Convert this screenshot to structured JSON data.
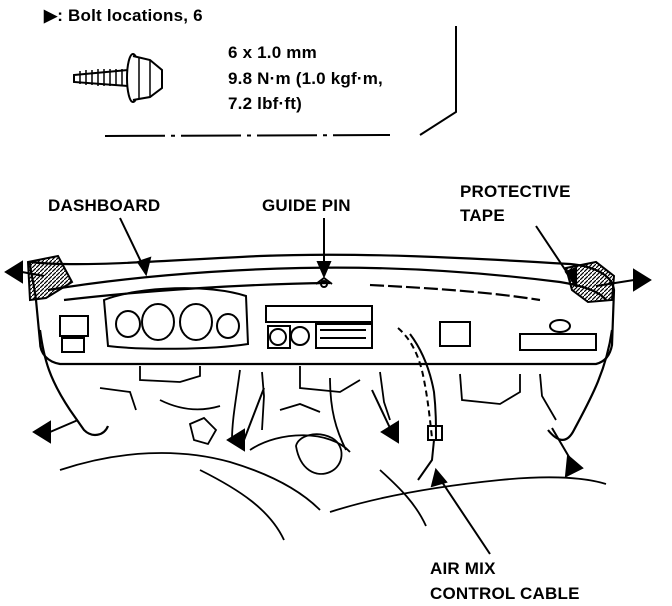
{
  "legend": {
    "symbol": "▶",
    "title": "▶: Bolt locations, 6",
    "spec_size": "6 x 1.0 mm",
    "spec_torque_line1": "9.8 N·m (1.0 kgf·m,",
    "spec_torque_line2": "7.2 lbf·ft)"
  },
  "labels": {
    "dashboard": "DASHBOARD",
    "guide_pin": "GUIDE PIN",
    "protective_tape": "PROTECTIVE\nTAPE",
    "air_mix_cable": "AIR MIX\nCONTROL CABLE"
  },
  "colors": {
    "ink": "#000000",
    "paper": "#ffffff"
  }
}
